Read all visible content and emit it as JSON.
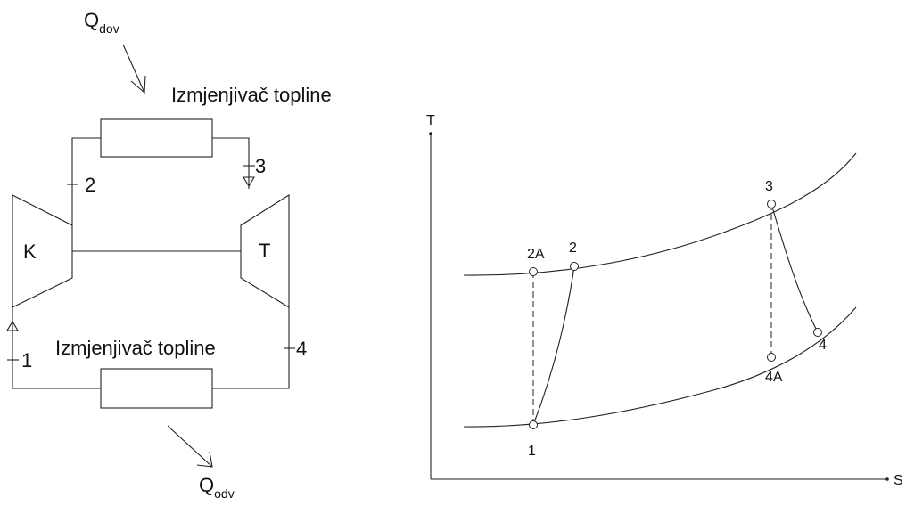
{
  "schematic": {
    "heat_in_main": "Q",
    "heat_in_sub": "dov",
    "heat_out_main": "Q",
    "heat_out_sub": "odv",
    "exchanger_top_label": "Izmjenjivač topline",
    "exchanger_bottom_label": "Izmjenjivač topline",
    "compressor_label": "K",
    "turbine_label": "T",
    "state_labels": [
      "1",
      "2",
      "3",
      "4"
    ]
  },
  "ts_diagram": {
    "y_axis_label": "T",
    "x_axis_label": "S",
    "point_labels": [
      "1",
      "2A",
      "2",
      "3",
      "4",
      "4A"
    ]
  }
}
